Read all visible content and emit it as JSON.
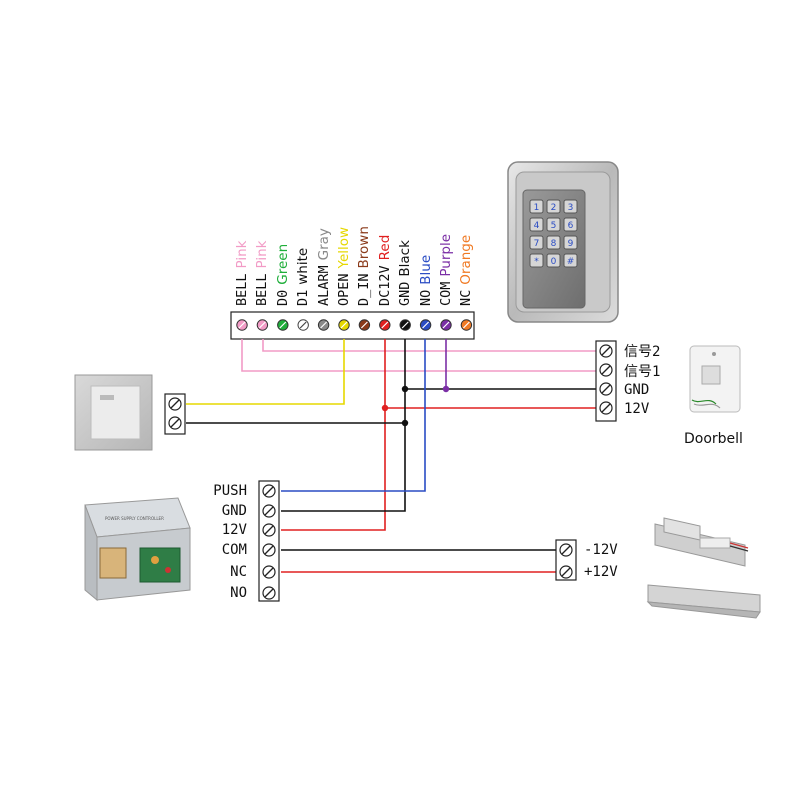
{
  "wire_terminals": [
    {
      "name": "BELL",
      "color_label": "Pink",
      "color": "#f29bc6"
    },
    {
      "name": "BELL",
      "color_label": "Pink",
      "color": "#f29bc6"
    },
    {
      "name": "D0",
      "color_label": "Green",
      "color": "#1fae3a"
    },
    {
      "name": "D1",
      "color_label": "white",
      "color": "#ffffff"
    },
    {
      "name": "ALARM",
      "color_label": "Gray",
      "color": "#8a8a8a"
    },
    {
      "name": "OPEN",
      "color_label": "Yellow",
      "color": "#e6d800"
    },
    {
      "name": "D_IN",
      "color_label": "Brown",
      "color": "#8a3a1a"
    },
    {
      "name": "DC12V",
      "color_label": "Red",
      "color": "#e02020"
    },
    {
      "name": "GND",
      "color_label": "Black",
      "color": "#111111"
    },
    {
      "name": "NO",
      "color_label": "Blue",
      "color": "#2a4cc4"
    },
    {
      "name": "COM",
      "color_label": "Purple",
      "color": "#7b2fa6"
    },
    {
      "name": "NC",
      "color_label": "Orange",
      "color": "#f07a24"
    }
  ],
  "doorbell": {
    "caption": "Doorbell",
    "terminals": [
      "信号2",
      "信号1",
      "GND",
      "12V"
    ]
  },
  "power_supply": {
    "terminals": [
      "PUSH",
      "GND",
      "12V",
      "COM",
      "NC",
      "NO"
    ],
    "label": "POWER SUPPLY CONTROLLER"
  },
  "lock": {
    "terminals": [
      "-12V",
      "+12V"
    ]
  },
  "keypad": {
    "keys": [
      "1",
      "2",
      "3",
      "4",
      "5",
      "6",
      "7",
      "8",
      "9",
      "*",
      "0",
      "#"
    ]
  },
  "colors": {
    "pink": "#f29bc6",
    "yellow": "#e6d800",
    "red": "#e02020",
    "black": "#111111",
    "blue": "#2a4cc4",
    "purple": "#7b2fa6"
  }
}
